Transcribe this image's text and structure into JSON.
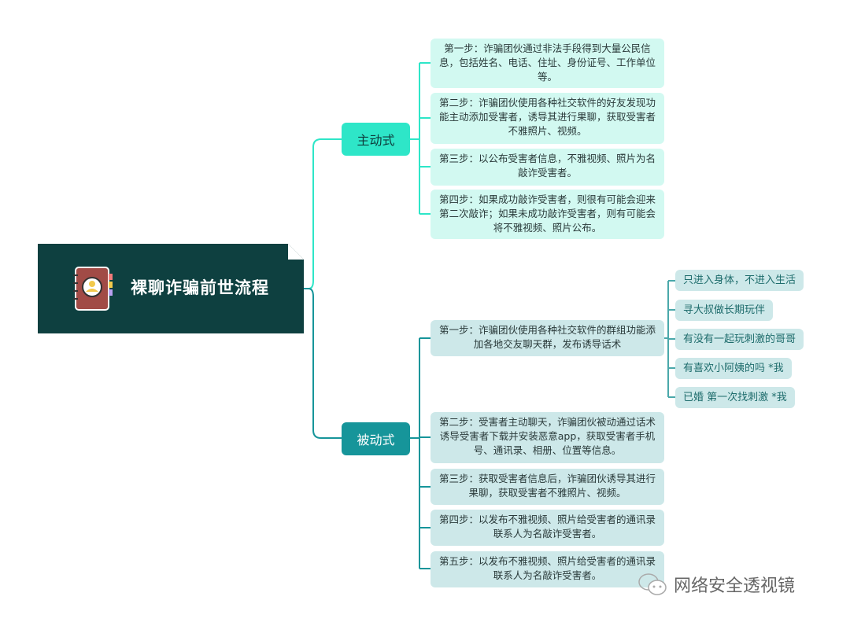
{
  "root": {
    "title": "裸聊诈骗前世流程",
    "icon": "address-book-icon"
  },
  "branches": [
    {
      "label": "主动式",
      "steps": [
        "第一步：诈骗团伙通过非法手段得到大量公民信息，包括姓名、电话、住址、身份证号、工作单位等。",
        "第二步：诈骗团伙使用各种社交软件的好友发现功能主动添加受害者，诱导其进行果聊，获取受害者不雅照片、视频。",
        "第三步：以公布受害者信息，不雅视频、照片为名敲诈受害者。",
        "第四步：如果成功敲诈受害者，则很有可能会迎来第二次敲诈；如果未成功敲诈受害者，则有可能会将不雅视频、照片公布。"
      ]
    },
    {
      "label": "被动式",
      "steps": [
        "第一步：诈骗团伙使用各种社交软件的群组功能添加各地交友聊天群，发布诱导话术",
        "第二步：受害者主动聊天，诈骗团伙被动通过话术诱导受害者下载并安装恶意app，获取受害者手机号、通讯录、相册、位置等信息。",
        "第三步：获取受害者信息后，诈骗团伙诱导其进行果聊，获取受害者不雅照片、视频。",
        "第四步：以发布不雅视频、照片给受害者的通讯录联系人为名敲诈受害者。",
        "第五步：以发布不雅视频、照片给受害者的通讯录联系人为名敲诈受害者。"
      ],
      "scripts": [
        "只进入身体，不进入生活",
        "寻大叔做长期玩伴",
        "有没有一起玩刺激的哥哥",
        "有喜欢小阿姨的吗 *我",
        "已婚 第一次找刺激 *我"
      ]
    }
  ],
  "watermark": "网络安全透视镜",
  "colors": {
    "root": "#0e4040",
    "active": "#2ee6c8",
    "passive": "#16959a"
  }
}
